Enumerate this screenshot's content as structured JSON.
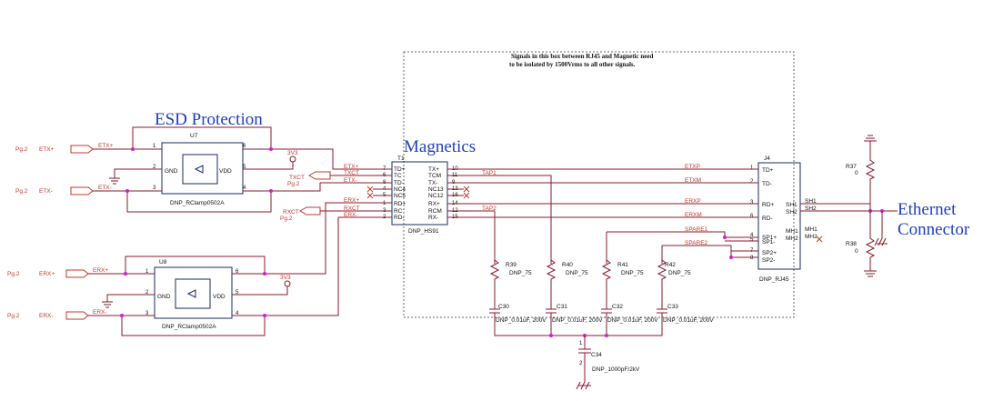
{
  "titles": {
    "esd": "ESD Protection",
    "magnetics": "Magnetics",
    "ethernet1": "Ethernet",
    "ethernet2": "Connector"
  },
  "note": {
    "line1": "Signals in this box between RJ45 and Magnetic need",
    "line2": "to be isolated by 1500Vrms to all other signals."
  },
  "ports": {
    "p1_page": "Pg.2",
    "p1_name": "ETX+",
    "p2_page": "Pg.2",
    "p2_name": "ETX-",
    "p3_page": "Pg.2",
    "p3_name": "ERX+",
    "p4_page": "Pg.2",
    "p4_name": "ERX-"
  },
  "u7": {
    "ref": "U7",
    "part": "DNP_RClamp0502A",
    "gnd": "GND",
    "vdd": "VDD",
    "pin1": "1",
    "pin2": "2",
    "pin3": "3",
    "pin4": "4",
    "pin5": "5",
    "pin6": "6",
    "net_in_p": "ETX+",
    "net_in_n": "ETX-"
  },
  "u8": {
    "ref": "U8",
    "part": "DNP_RClamp0502A",
    "gnd": "GND",
    "vdd": "VDD",
    "pin1": "1",
    "pin2": "2",
    "pin3": "3",
    "pin4": "4",
    "pin5": "5",
    "pin6": "6",
    "net_in_p": "ERX+",
    "net_in_n": "ERX-"
  },
  "power": {
    "v1": "3V3",
    "v2": "3V3"
  },
  "txct": {
    "label": "TXCT",
    "page": "Pg.2"
  },
  "rxct": {
    "label": "RXCT",
    "page": "Pg.2"
  },
  "t1": {
    "ref": "T1",
    "part": "DNP_HS91",
    "left_pins": [
      "TD+",
      "TC",
      "TD-",
      "NC4",
      "NC5",
      "RD+",
      "RC",
      "RD-"
    ],
    "left_nums": [
      "7",
      "6",
      "8",
      "4",
      "5",
      "1",
      "3",
      "2"
    ],
    "right_pins": [
      "TX+",
      "TCM",
      "TX-",
      "NC13",
      "NC12",
      "RX+",
      "RCM",
      "RX-"
    ],
    "right_nums": [
      "10",
      "11",
      "9",
      "13",
      "16",
      "14",
      "12",
      "15"
    ],
    "left_nets": [
      "ETX+",
      "TXCT",
      "ETX-",
      "",
      "ERX+",
      "RXCT",
      "ERX-"
    ]
  },
  "nets": {
    "tap1": "TAP1",
    "tap2": "TAP2",
    "etxp": "ETXP",
    "etxm": "ETXM",
    "erxp": "ERXP",
    "erxm": "ERXM",
    "spare1": "SPARE1",
    "spare2": "SPARE2"
  },
  "j4": {
    "ref": "J4",
    "part": "DNP_RJ45",
    "left_pins": [
      "TD+",
      "TD-",
      "RD+",
      "RD-",
      "SP1+",
      "SP1-",
      "SP2+",
      "SP2-"
    ],
    "left_nums": [
      "1",
      "2",
      "3",
      "6",
      "4",
      "5",
      "7",
      "8"
    ],
    "right_pins": [
      "SH1",
      "SH2",
      "MH1",
      "MH2"
    ],
    "ext_labels": [
      "SH1",
      "SH2",
      "MH1",
      "MH2"
    ]
  },
  "resistors": {
    "r37": "R37",
    "r37v": "0",
    "r38": "R38",
    "r38v": "0",
    "r39": "R39",
    "r39v": "DNP_75",
    "r40": "R40",
    "r40v": "DNP_75",
    "r41": "R41",
    "r41v": "DNP_75",
    "r42": "R42",
    "r42v": "DNP_75"
  },
  "caps": {
    "c30": "C30",
    "c31": "C31",
    "c32": "C32",
    "c33": "C33",
    "cval": "DNP_0.01uF, 200V",
    "c34": "C34",
    "c34v": "DNP_1000pF/2kV",
    "c34p1": "1",
    "c34p2": "2"
  }
}
